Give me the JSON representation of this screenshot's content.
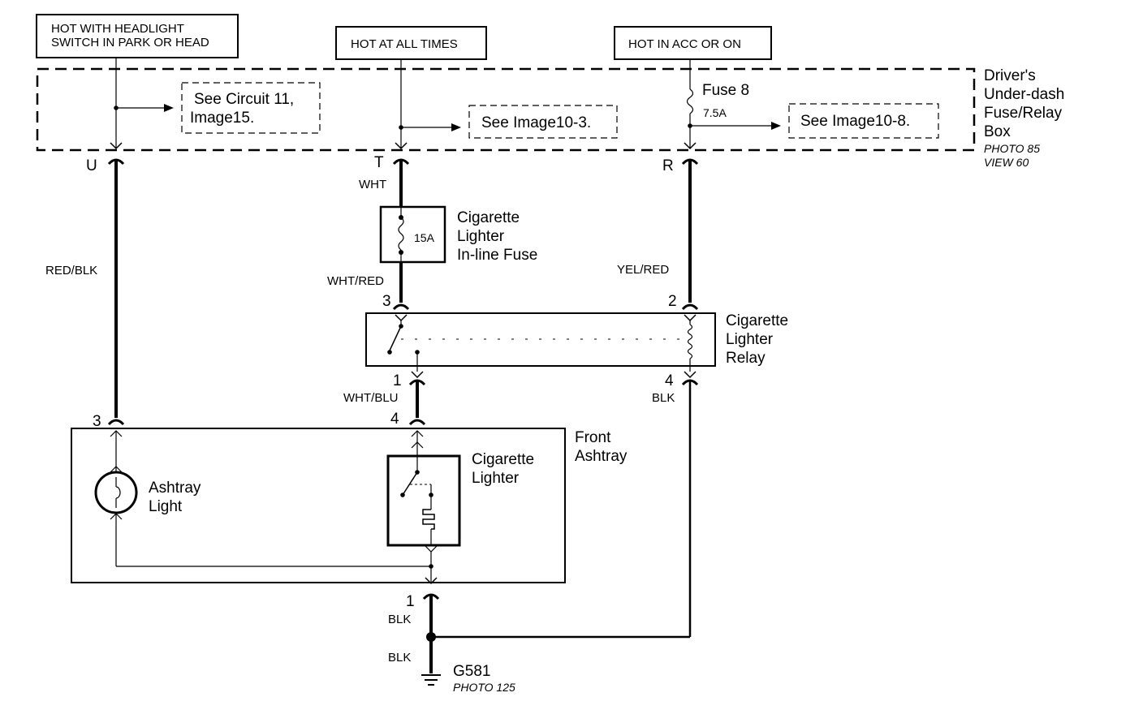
{
  "sources": {
    "park": [
      "HOT WITH HEADLIGHT",
      "SWITCH IN PARK OR HEAD"
    ],
    "always": "HOT AT ALL TIMES",
    "acc": "HOT IN ACC OR ON"
  },
  "fuse_box": {
    "name": [
      "Driver's",
      "Under-dash",
      "Fuse/Relay",
      "Box"
    ],
    "photo": "PHOTO 85",
    "view": "VIEW 60",
    "fuse_label": "Fuse 8",
    "fuse_rating": "7.5A",
    "ref_left": [
      "See Circuit 11,",
      "Image15."
    ],
    "ref_mid": "See Image10-3.",
    "ref_right": "See Image10-8.",
    "terminal_u": "U",
    "terminal_t": "T",
    "terminal_r": "R"
  },
  "wires": {
    "wht": "WHT",
    "red_blk": "RED/BLK",
    "wht_red": "WHT/RED",
    "yel_red": "YEL/RED",
    "wht_blu": "WHT/BLU",
    "blk_relay": "BLK",
    "blk_upper": "BLK",
    "blk_lower": "BLK"
  },
  "inline_fuse": {
    "rating": "15A",
    "name": [
      "Cigarette",
      "Lighter",
      "In-line Fuse"
    ]
  },
  "relay": {
    "name": [
      "Cigarette",
      "Lighter",
      "Relay"
    ],
    "pin_3": "3",
    "pin_2": "2",
    "pin_1": "1",
    "pin_4": "4"
  },
  "ashtray": {
    "name": [
      "Front",
      "Ashtray"
    ],
    "pin_3": "3",
    "pin_4": "4",
    "pin_1": "1",
    "light_name": [
      "Ashtray",
      "Light"
    ],
    "lighter_name": [
      "Cigarette",
      "Lighter"
    ]
  },
  "ground": {
    "name": "G581",
    "photo": "PHOTO 125"
  }
}
